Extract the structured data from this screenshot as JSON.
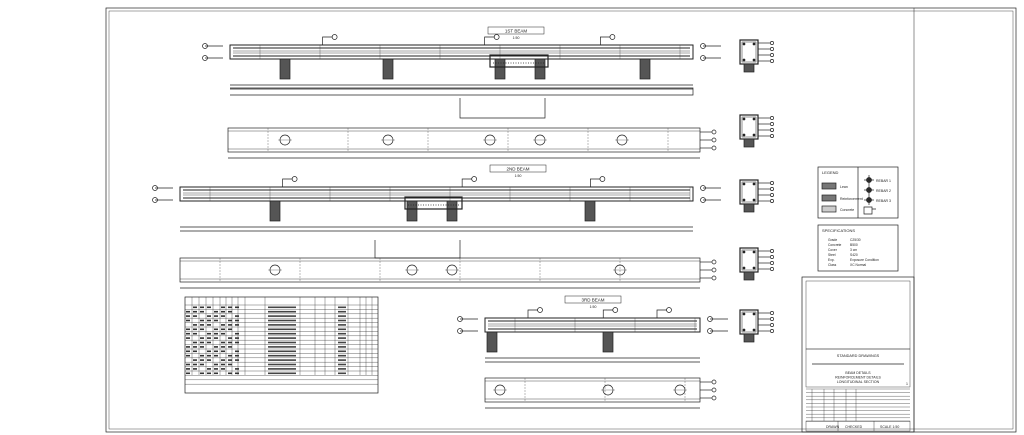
{
  "drawing": {
    "beam_titles": [
      "1ST BEAM",
      "2ND BEAM",
      "3RD BEAM"
    ],
    "beam_subtitles": [
      "1:50",
      "1:50",
      "1:50"
    ],
    "legend": {
      "title": "LEGEND",
      "items": [
        "Lean",
        "Reinforcement",
        "Concrete"
      ],
      "symbols": [
        "REBAR 1",
        "REBAR 2",
        "REBAR 3"
      ]
    },
    "specs": {
      "title": "SPECIFICATIONS",
      "rows": [
        [
          "Grade",
          "C25/30"
        ],
        [
          "Concrete",
          "B500"
        ],
        [
          "Cover",
          "3 cm"
        ],
        [
          "Steel",
          "S420"
        ],
        [
          "Exp.",
          "Exposure Condition"
        ],
        [
          "Class",
          "XC Normal"
        ]
      ]
    },
    "title_block": {
      "company": "STANDARD DRAWINGS",
      "project_lines": [
        "BEAM DETAILS",
        "REINFORCEMENT DETAILS",
        "LONGITUDINAL SECTION"
      ],
      "sheet_no": "1",
      "footer": [
        "DRAWN",
        "CHECKED",
        "SCALE 1:50"
      ]
    }
  }
}
